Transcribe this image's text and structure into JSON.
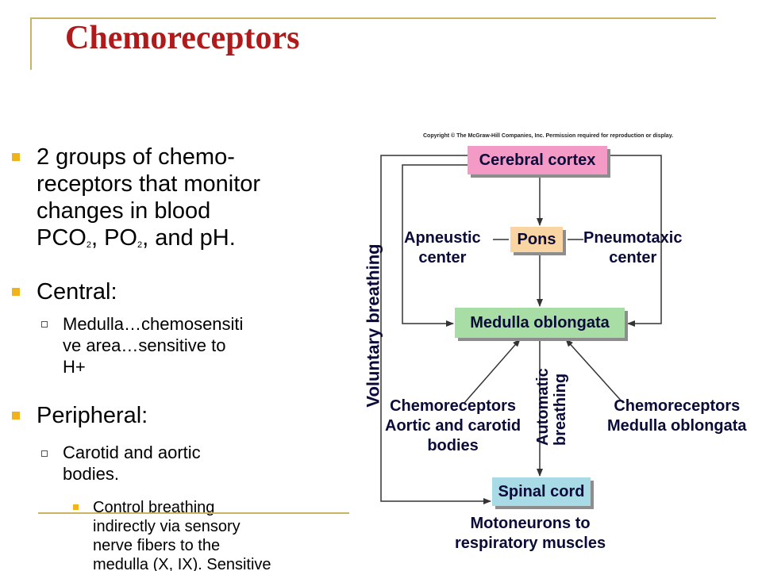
{
  "slide": {
    "title": "Chemoreceptors"
  },
  "bullets": {
    "b1_line1": "2 groups of chemo-",
    "b1_line2": "receptors that monitor",
    "b1_line3": "changes in blood",
    "b1_line4_a": "PCO",
    "b1_line4_sub1": "2",
    "b1_line4_b": ", PO",
    "b1_line4_sub2": "2",
    "b1_line4_c": ", and pH.",
    "central": "Central:",
    "central_sub_line1": "Medulla…chemosensiti",
    "central_sub_line2": "ve area…sensitive to",
    "central_sub_line3": "H+",
    "peripheral": "Peripheral:",
    "peripheral_sub_line1": "Carotid and aortic",
    "peripheral_sub_line2": "bodies.",
    "peripheral_sub3_line1": "Control breathing",
    "peripheral_sub3_line2": "indirectly via sensory",
    "peripheral_sub3_line3": "nerve fibers to the",
    "peripheral_sub3_line4": "medulla (X, IX). Sensitive"
  },
  "diagram": {
    "copyright": "Copyright © The McGraw-Hill Companies, Inc. Permission required for reproduction or display.",
    "cerebral_cortex": "Cerebral cortex",
    "pons": "Pons",
    "apneustic_line1": "Apneustic",
    "apneustic_line2": "center",
    "pneumotaxic_line1": "Pneumotaxic",
    "pneumotaxic_line2": "center",
    "medulla": "Medulla oblongata",
    "voluntary": "Voluntary breathing",
    "automatic_line1": "Automatic",
    "automatic_line2": "breathing",
    "chemo_left_line1": "Chemoreceptors",
    "chemo_left_line2": "Aortic and carotid",
    "chemo_left_line3": "bodies",
    "chemo_right_line1": "Chemoreceptors",
    "chemo_right_line2": "Medulla oblongata",
    "spinal": "Spinal cord",
    "motoneurons_line1": "Motoneurons to",
    "motoneurons_line2": "respiratory muscles"
  },
  "colors": {
    "title": "#b11a1a",
    "accent_rule": "#c9b464",
    "bullet": "#f2b31a",
    "cerebral_box": "#f39ac6",
    "pons_box": "#f9d5a4",
    "medulla_box": "#a8dea6",
    "spinal_box": "#a9dbe6"
  }
}
